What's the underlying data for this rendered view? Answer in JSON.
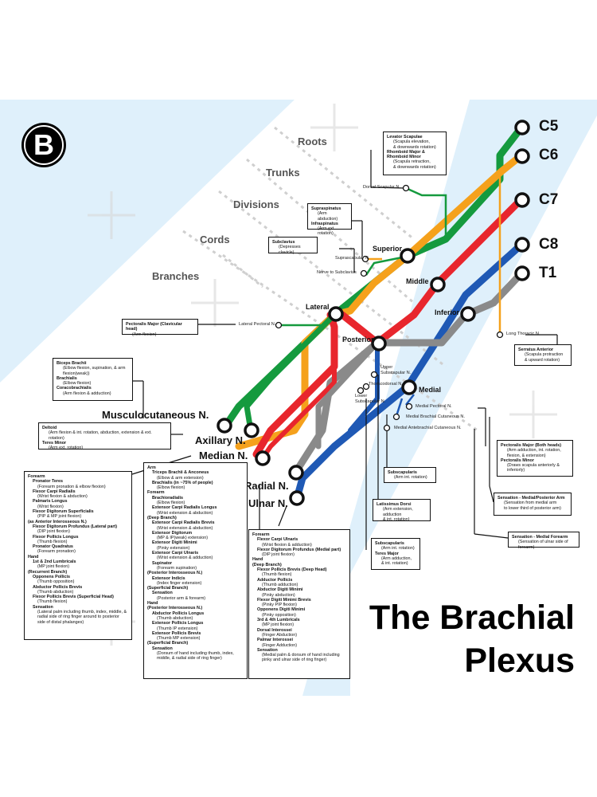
{
  "title": {
    "line1": "The Brachial",
    "line2": "Plexus"
  },
  "logo": {
    "letter": "B"
  },
  "level_headings": [
    "Roots",
    "Trunks",
    "Divisions",
    "Cords",
    "Branches"
  ],
  "roots": [
    "C5",
    "C6",
    "C7",
    "C8",
    "T1"
  ],
  "trunks": [
    "Superior",
    "Middle",
    "Inferior"
  ],
  "cords": [
    "Lateral",
    "Posterior",
    "Medial"
  ],
  "terminal_branches": [
    "Musculocutaneous N.",
    "Axillary N.",
    "Median N.",
    "Radial N.",
    "Ulnar N."
  ],
  "line_colors": {
    "C5": "#159a3e",
    "C6": "#f5a11c",
    "C7": "#e8262d",
    "C8": "#1f59b5",
    "T1": "#8a8a8a"
  },
  "small_nerves": {
    "dorsal_scapular": "Dorsal Scapular N.",
    "suprascapular": "Suprascapular N.",
    "subclavius": "Nerve to Subclavius",
    "lateral_pectoral": "Lateral Pectoral N.",
    "long_thoracic": "Long Thoracic N.",
    "upper_subscapular": "Upper Subscapular N.",
    "thoracodorsal": "Thoracodorsal N.",
    "lower_subscapular": "Lower Subscapular N.",
    "medial_pectoral": "Medial Pectoral N.",
    "medial_brachial_cut": "Medial Brachial Cutaneous N.",
    "medial_antebrachial_cut": "Medial Antebrachial Cutaneous N."
  },
  "boxes": {
    "levator": [
      "Levator Scapulae",
      "(Scapula elevation,",
      "& downwards rotation)",
      "Rhomboid Major &",
      "Rhomboid Minor",
      "(Scapula retraction,",
      "& downwards rotation)"
    ],
    "supraspinatus": [
      "Supraspinatus",
      "(Arm abduction)",
      "Infraspinatus",
      "(Arm ext. rotation)"
    ],
    "subclavius_box": [
      "Subclavius",
      "(Depresses clavicle)"
    ],
    "pec_major_clav": [
      "Pectoralis Major (Clavicular head)",
      "(Arm flexion)"
    ],
    "serratus": [
      "Serratus Anterior",
      "(Scapula protraction",
      "& upward rotation)"
    ],
    "biceps": [
      "Biceps Brachii",
      "(Elbow flexion, supination, & arm flexion(weak))",
      "Brachialis",
      "(Elbow flexion)",
      "Coracobrachialis",
      "(Arm flexion & adduction)"
    ],
    "deltoid": [
      "Deltoid",
      "(Arm flexion & int. rotation, abduction, extension & ext. rotation)",
      "Teres Minor",
      "(Arm ext. rotation)"
    ],
    "pec_medial": [
      "Pectoralis Major (Both heads)",
      "(Arm adduction, int. rotation, flexion, & extension)",
      "Pectoralis Minor",
      "(Draws scapula anteriorly & inferiorly)"
    ],
    "subscap_upper": [
      "Subscapularis",
      "(Arm int. rotation)"
    ],
    "latissimus": [
      "Latissimus Dorsi",
      "(Arm extension, adduction",
      "& int. rotation)"
    ],
    "subscap_lower": [
      "Subscapularis",
      "(Arm int. rotation)",
      "Teres Major",
      "(Arm adduction,",
      "& int. rotation)"
    ],
    "sens_posterior": [
      "Sensation - Medial/Posterior Arm",
      "(Sensation from medial arm",
      "to lower third of posterior arm)"
    ],
    "sens_forearm": [
      "Sensation - Medial Forearm",
      "(Sensation of ulnar side of forearm)"
    ],
    "median": [
      "Forearm",
      "Pronator Teres",
      "(Forearm pronation & elbow flexion)",
      "Flexor Carpi Radialis",
      "(Wrist flexion & abduction)",
      "Palmaris Longus",
      "(Wrist flexion)",
      "Flexor Digitorum Superficialis",
      "(PIP & MP joint flexion)",
      "(as Anterior Interosseous N.)",
      "Flexor Digitorum Profundus (Lateral part)",
      "(DIP joint flexion)",
      "Flexor Pollicis Longus",
      "(Thumb flexion)",
      "Pronator Quadratus",
      "(Forearm pronation)",
      "Hand",
      "1st & 2nd Lumbricals",
      "(MP joint flexion)",
      "(Recurrent Branch)",
      "Opponens Pollicis",
      "(Thumb opposition)",
      "Abductor Pollicis Brevis",
      "(Thumb abduction)",
      "Flexor Pollicis Brevis (Superficial Head)",
      "(Thumb flexion)",
      "Sensation",
      "(Lateral palm including thumb, index, middle, & radial side of ring finger around to posterior side of distal phalanges)"
    ],
    "radial": [
      "Arm",
      "Triceps Brachii & Anconeus",
      "(Elbow & arm extension)",
      "Brachialis (in ~75% of people)",
      "(Elbow flexion)",
      "Forearm",
      "Brachioradialis",
      "(Elbow flexion)",
      "Extensor Carpi Radialis Longus",
      "(Wrist extension & abduction)",
      "(Deep Branch)",
      "Extensor Carpi Radialis Brevis",
      "(Wrist extension & abduction)",
      "Extensor Digitorum",
      "(MP & IP(weak) extension)",
      "Extensor Digiti Minimi",
      "(Pinky extension)",
      "Extensor Carpi Ulnaris",
      "(Wrist extension & adduction)",
      "Supinator",
      "(Forearm supination)",
      "(Posterior Interosseous N.)",
      "Extensor Indicis",
      "(Index finger extension)",
      "(Superficial Branch)",
      "Sensation",
      "(Posterior arm & forearm)",
      "Hand",
      "(Posterior Interosseous N.)",
      "Abductor Pollicis Longus",
      "(Thumb abduction)",
      "Extensor Pollicis Longus",
      "(Thumb IP extension)",
      "Extensor Pollicis Brevis",
      "(Thumb MP extension)",
      "(Superficial Branch)",
      "Sensation",
      "(Dorsum of hand including thumb, index, middle, & radial side of ring finger)"
    ],
    "ulnar": [
      "Forearm",
      "Flexor Carpi Ulnaris",
      "(Wrist flexion & adduction)",
      "Flexor Digitorum Profundus (Medial part)",
      "(DIP joint flexion)",
      "Hand",
      "(Deep Branch)",
      "Flexor Pollicis Brevis (Deep Head)",
      "(Thumb flexion)",
      "Adductor Pollicis",
      "(Thumb adduction)",
      "Abductor Digiti Minimi",
      "(Pinky abduction)",
      "Flexor Digiti Minimi Brevis",
      "(Pinky PIP flexion)",
      "Opponens Digiti Minimi",
      "(Pinky opposition)",
      "3rd & 4th Lumbricals",
      "(MP joint flexion)",
      "Dorsal Interossei",
      "(Finger Abduction)",
      "Palmar Interossei",
      "(Finger Adduction)",
      "Sensation",
      "(Medial palm & dorsum of hand including pinky and ulnar side of ring finger)"
    ]
  }
}
